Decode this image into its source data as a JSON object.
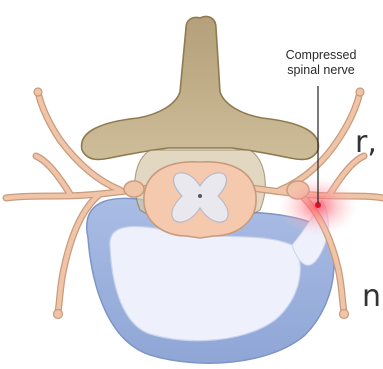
{
  "annotation": {
    "line1": "Compressed",
    "line2": "spinal nerve"
  },
  "margin_text": {
    "char_top": "r,",
    "char_bottom": "n"
  },
  "colors": {
    "vertebra": "#c7b691",
    "vertebra_outline": "#8f7a50",
    "nerve": "#f0c4a6",
    "nerve_outline": "#c99a7d",
    "spinal_cord": "#f4c9ae",
    "grey_matter": "#e8e8ee",
    "disc_outer": "#9eb3de",
    "disc_inner": "#eef0fb",
    "compression_glow": "#ff6a7a",
    "compression_point": "#d81424"
  }
}
